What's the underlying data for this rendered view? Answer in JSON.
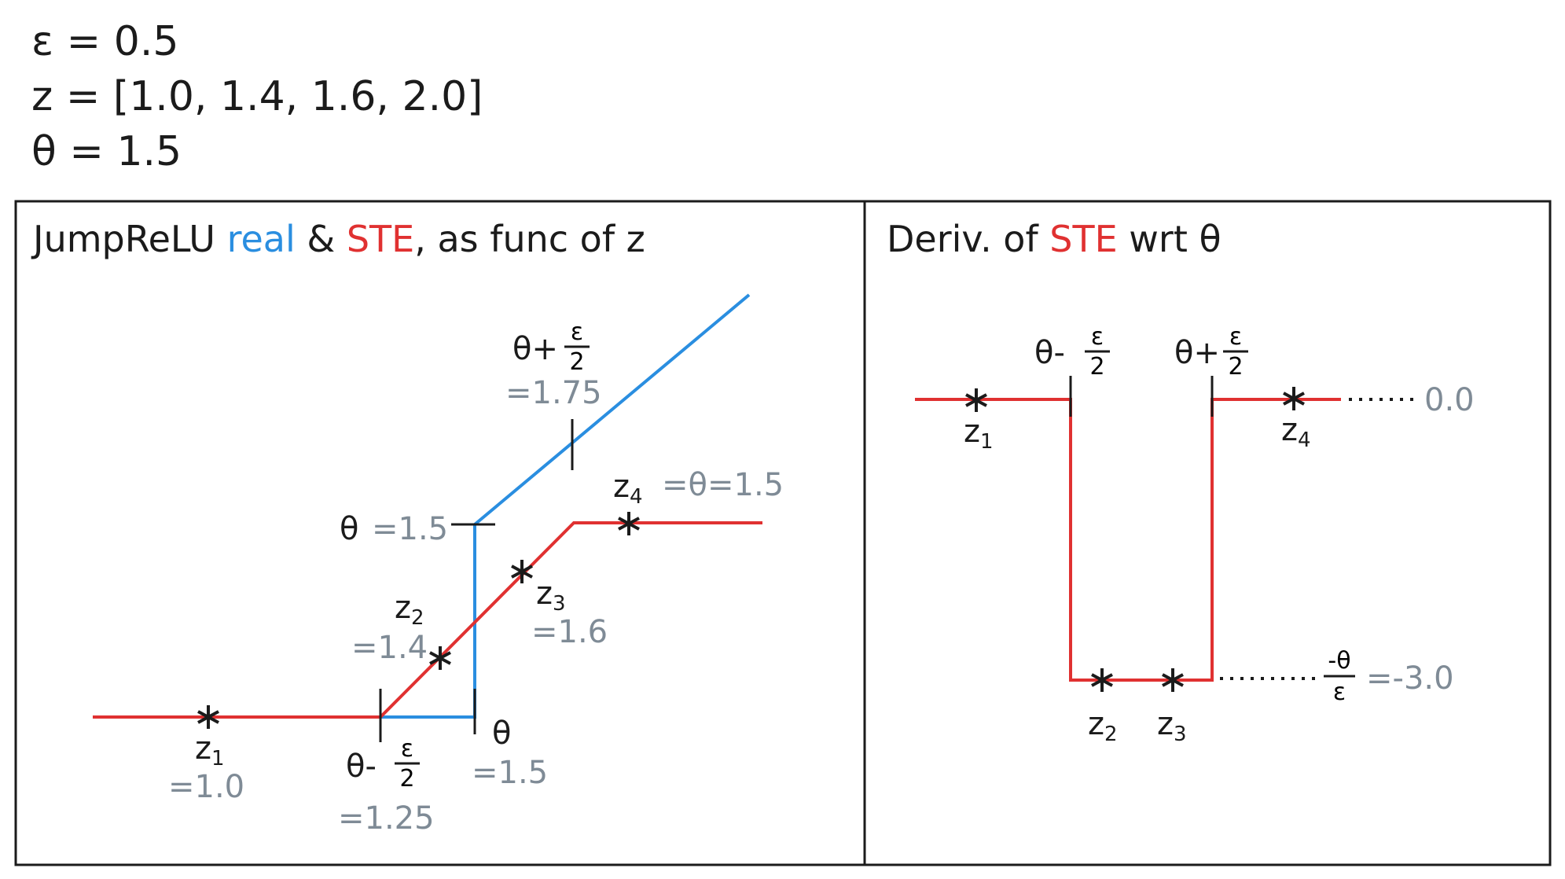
{
  "params": {
    "epsilon": "ε = 0.5",
    "z": "z = [1.0, 1.4, 1.6, 2.0]",
    "theta": "θ = 1.5"
  },
  "left_panel": {
    "title_pre": "JumpReLU ",
    "title_real": "real",
    "title_mid": " & ",
    "title_ste": "STE",
    "title_post": ", as func of z",
    "labels": {
      "theta_plus_eps": "θ+",
      "theta_minus_eps": "θ-",
      "frac_num": "ε",
      "frac_den": "2",
      "val_175": "=1.75",
      "val_125": "=1.25",
      "theta_eq": "θ",
      "val_15_left": "=1.5",
      "theta_tick": "θ",
      "val_15_bottom": "=1.5",
      "z": "z",
      "z1_sub": "1",
      "z2_sub": "2",
      "z3_sub": "3",
      "z4_sub": "4",
      "z1_val": "=1.0",
      "z2_val": "=1.4",
      "z3_val": "=1.6",
      "z4_val": "=θ=1.5"
    }
  },
  "right_panel": {
    "title_pre": "Deriv. of ",
    "title_ste": "STE",
    "title_post": " wrt θ",
    "labels": {
      "theta_minus": "θ-",
      "theta_plus": "θ+",
      "frac_num": "ε",
      "frac_den": "2",
      "zero_val": "0.0",
      "neg_num": "-θ",
      "neg_den": "ε",
      "neg_val": "=-3.0",
      "z": "z",
      "z1_sub": "1",
      "z2_sub": "2",
      "z3_sub": "3",
      "z4_sub": "4"
    }
  },
  "colors": {
    "real": "#2a8ee0",
    "ste": "#e03131",
    "ink": "#1b1b1b",
    "value_gray": "#7f8b96"
  }
}
